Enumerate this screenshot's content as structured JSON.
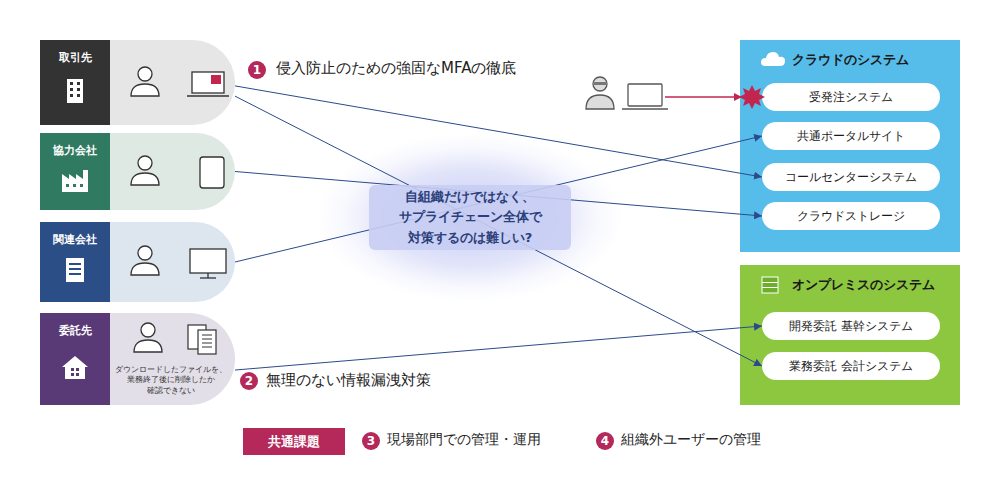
{
  "diagram": {
    "nodes": [
      {
        "text": [
          "取引先"
        ]
      },
      {
        "text": [
          "協力会社"
        ]
      },
      {
        "text": [
          "関連会社"
        ]
      },
      {
        "text": [
          "委託先",
          "ダウンロードしたファイルを、 業務終了後に削除したか 確認できない"
        ]
      },
      {
        "text": [
          "自組織だけではなく、 サプライチェーン全体で 対策するのは難しい?"
        ]
      },
      {
        "text": [
          "クラウドのシステム"
        ]
      },
      {
        "text": [
          "受発注システム"
        ],
        "in": 5
      },
      {
        "text": [
          "共通ポータルサイト"
        ],
        "in": 5
      },
      {
        "text": [
          "コールセンターシステム"
        ],
        "in": 5
      },
      {
        "text": [
          "クラウドストレージ"
        ],
        "in": 5
      },
      {
        "text": [
          "オンプレミスのシステム"
        ]
      },
      {
        "text": [
          "開発委託 基幹システム"
        ],
        "in": 10
      },
      {
        "text": [
          "業務委託 会計システム"
        ],
        "in": 10
      },
      {
        "text": [
          "共通課題"
        ]
      }
    ],
    "edges": [
      {
        "from": 0,
        "to": 8,
        "arrow": "to"
      },
      {
        "from": 0,
        "to": 12,
        "arrow": "to"
      },
      {
        "from": 1,
        "to": 9,
        "arrow": "to"
      },
      {
        "from": 2,
        "to": 7,
        "arrow": "to"
      },
      {
        "from": 3,
        "to": 11,
        "arrow": "to"
      }
    ],
    "labels": [
      "1",
      "侵入防止のための強固なMFAの徹底",
      "2",
      "無理のない情報漏洩対策",
      "3",
      "現場部門での管理・運用",
      "4",
      "組織外ユーザーの管理"
    ]
  }
}
